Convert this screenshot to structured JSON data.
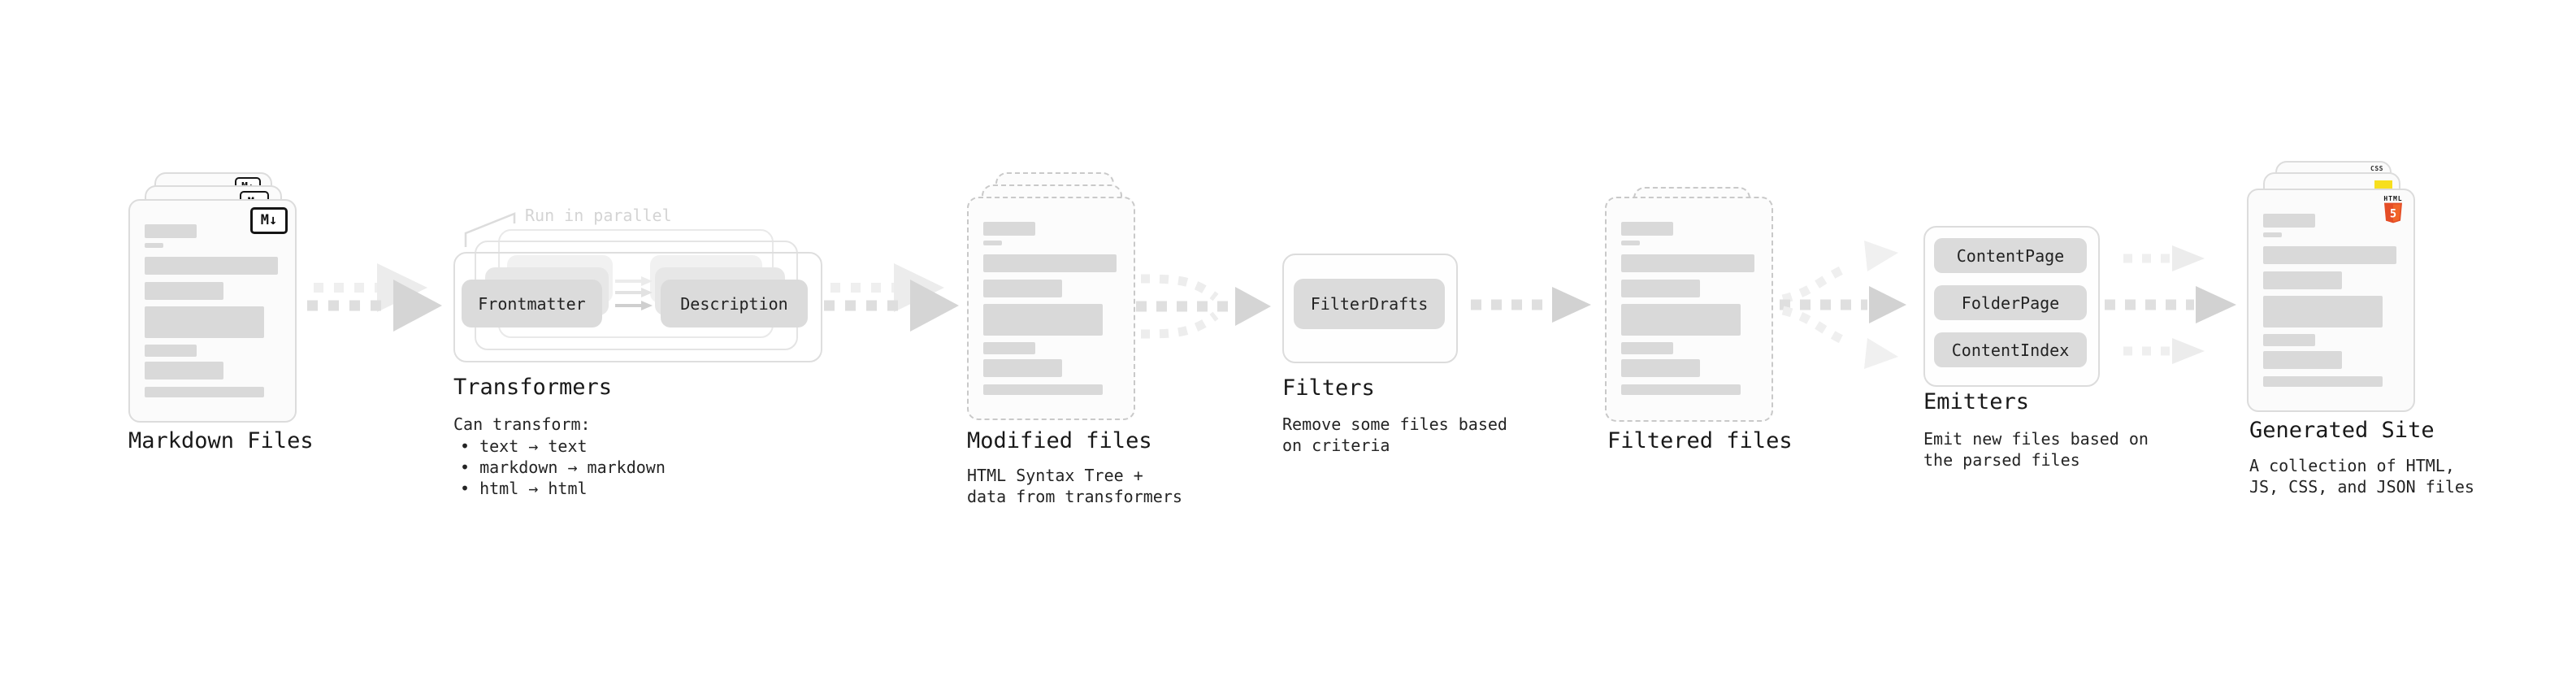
{
  "markdown": {
    "label": "Markdown Files",
    "badge": "M↓"
  },
  "transformers": {
    "label": "Transformers",
    "note": "Run in parallel",
    "pills": [
      "Frontmatter",
      "Description"
    ],
    "desc_title": "Can transform:",
    "bullets": [
      "• text → text",
      "• markdown → markdown",
      "• html → html"
    ]
  },
  "modified": {
    "label": "Modified files",
    "desc": [
      "HTML Syntax Tree +",
      "data from transformers"
    ]
  },
  "filters": {
    "label": "Filters",
    "pills": [
      "FilterDrafts"
    ],
    "desc": [
      "Remove some files based",
      "on criteria"
    ]
  },
  "filtered": {
    "label": "Filtered files"
  },
  "emitters": {
    "label": "Emitters",
    "pills": [
      "ContentPage",
      "FolderPage",
      "ContentIndex"
    ],
    "desc": [
      "Emit new files based on",
      "the parsed files"
    ]
  },
  "site": {
    "label": "Generated Site",
    "desc": [
      "A collection of HTML,",
      "JS, CSS, and JSON files"
    ],
    "badges": {
      "css_label": "CSS",
      "html_word": "HTML",
      "html_number": "5"
    }
  },
  "colors": {
    "html5_orange": "#e44d26",
    "html5_orange_light": "#f16529",
    "js_yellow": "#f7df1e",
    "css_blue": "#2d6be5",
    "card_border": "#dcdcdc",
    "dashed_border": "#c9c9c9",
    "pill_gray": "#dbdbdb",
    "bar_gray": "#d9d9d9",
    "arrow_dark": "#d5d5d5",
    "arrow_light": "#ededed",
    "heading_text": "#191919",
    "muted_text": "#d4d4d4"
  }
}
